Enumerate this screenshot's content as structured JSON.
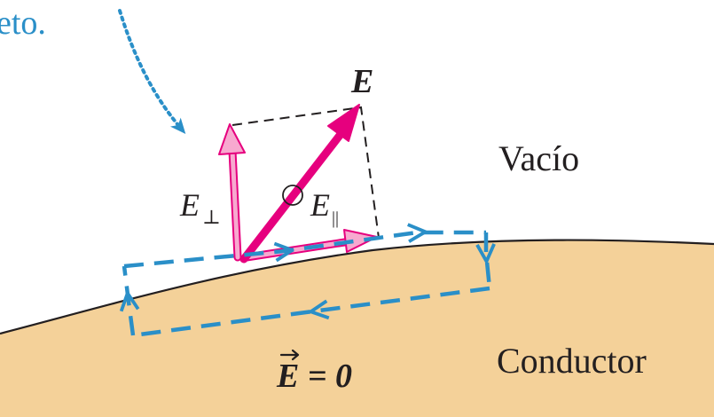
{
  "caption_fragment": "eto.",
  "labels": {
    "field": "E",
    "perp_base": "E",
    "perp_sub": "⊥",
    "par_base": "E",
    "par_sub": "||",
    "vacuum": "Vacío",
    "conductor": "Conductor",
    "field_zero": "E = 0"
  },
  "colors": {
    "conductor_fill": "#f4d199",
    "surface_line": "#231f20",
    "field_vector": "#e6007e",
    "component_fill": "#f7a9cf",
    "component_stroke": "#e6007e",
    "loop_path": "#2a8fc8",
    "caption_text": "#2a8fc8",
    "label_text": "#231f20"
  }
}
